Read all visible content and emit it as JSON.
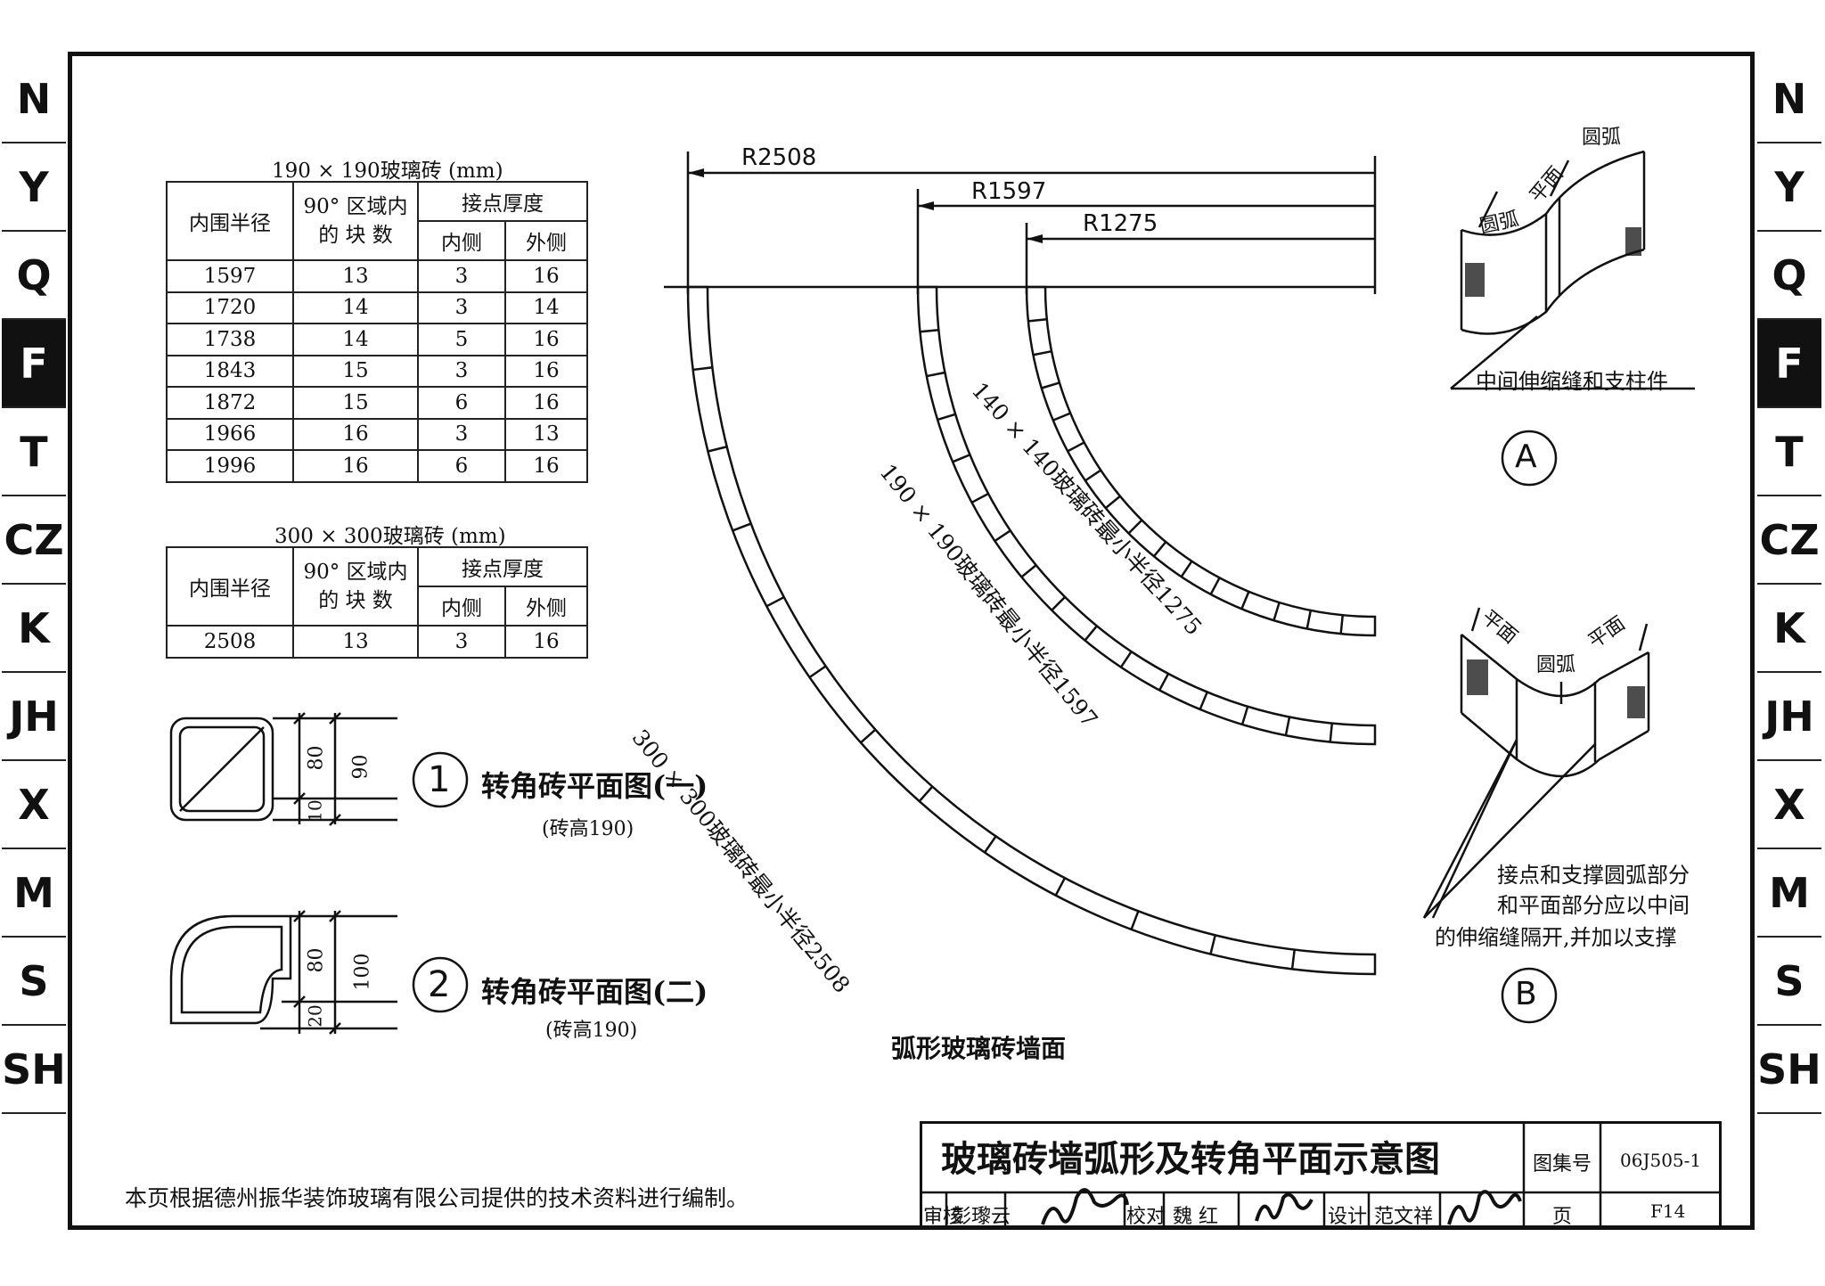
{
  "side_tabs": [
    "N",
    "Y",
    "Q",
    "F",
    "T",
    "CZ",
    "K",
    "JH",
    "X",
    "M",
    "S",
    "SH"
  ],
  "active_tab": "F",
  "table1": {
    "caption": "190 × 190玻璃砖 (mm)",
    "h_radius": "内围半径",
    "h_count": "90° 区域内的 块 数",
    "h_thick": "接点厚度",
    "h_inner": "内侧",
    "h_outer": "外侧",
    "rows": [
      [
        "1597",
        "13",
        "3",
        "16"
      ],
      [
        "1720",
        "14",
        "3",
        "14"
      ],
      [
        "1738",
        "14",
        "5",
        "16"
      ],
      [
        "1843",
        "15",
        "3",
        "16"
      ],
      [
        "1872",
        "15",
        "6",
        "16"
      ],
      [
        "1966",
        "16",
        "3",
        "13"
      ],
      [
        "1996",
        "16",
        "6",
        "16"
      ]
    ]
  },
  "table2": {
    "caption": "300 × 300玻璃砖 (mm)",
    "h_radius": "内围半径",
    "h_count": "90° 区域内的 块 数",
    "h_thick": "接点厚度",
    "h_inner": "内侧",
    "h_outer": "外侧",
    "rows": [
      [
        "2508",
        "13",
        "3",
        "16"
      ]
    ]
  },
  "corner1": {
    "num": "1",
    "title": "转角砖平面图(一)",
    "sub": "(砖高190)",
    "d80": "80",
    "d90": "90",
    "d10": "10"
  },
  "corner2": {
    "num": "2",
    "title": "转角砖平面图(二)",
    "sub": "(砖高190)",
    "d80": "80",
    "d100": "100",
    "d20": "20"
  },
  "arc": {
    "r_outer": "R2508",
    "r_mid": "R1597",
    "r_inner": "R1275",
    "label_outer": "300 × 300玻璃砖最小半径2508",
    "label_mid": "190 × 190玻璃砖最小半径1597",
    "label_inner": "140 × 140玻璃砖最小半径1275",
    "caption": "弧形玻璃砖墙面"
  },
  "detail_a": {
    "marker": "A",
    "arc1": "圆弧",
    "flat": "平面",
    "arc2": "圆弧",
    "note": "中间伸缩缝和支柱件"
  },
  "detail_b": {
    "marker": "B",
    "flat1": "平面",
    "arc": "圆弧",
    "flat2": "平面",
    "note1": "接点和支撑圆弧部分",
    "note2": "和平面部分应以中间",
    "note3": "的伸缩缝隔开,并加以支撑"
  },
  "footer_note": "本页根据德州振华装饰玻璃有限公司提供的技术资料进行编制。",
  "title_block": {
    "title": "玻璃砖墙弧形及转角平面示意图",
    "atlas_label": "图集号",
    "atlas_no": "06J505-1",
    "page_label": "页",
    "page_no": "F14",
    "review_label": "审核",
    "reviewer": "彭瓈云",
    "check_label": "校对",
    "checker": "魏 红",
    "design_label": "设计",
    "designer": "范文祥"
  }
}
